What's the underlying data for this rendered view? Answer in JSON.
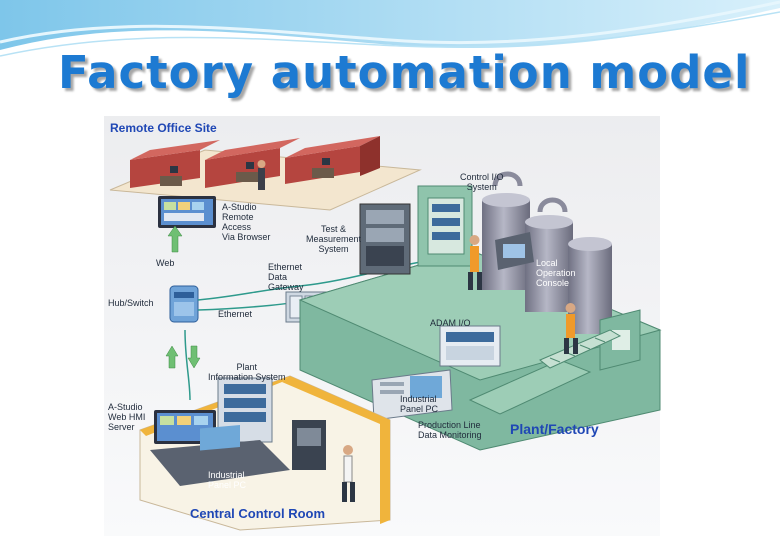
{
  "title": "Factory automation model",
  "labels": {
    "remote_office": "Remote Office Site",
    "a_studio_remote": [
      "A-Studio",
      "Remote",
      "Access",
      "Via Browser"
    ],
    "web": "Web",
    "hub_switch": "Hub/Switch",
    "ethernet": "Ethernet",
    "ethernet_gateway": [
      "Ethernet",
      "Data",
      "Gateway"
    ],
    "test_measurement": [
      "Test &",
      "Measurement",
      "System"
    ],
    "control_io": [
      "Control I/O",
      "System"
    ],
    "local_console": [
      "Local",
      "Operation",
      "Console"
    ],
    "adam_io": "ADAM I/O",
    "plant_info": [
      "Plant",
      "Information System"
    ],
    "a_studio_web": [
      "A-Studio",
      "Web HMI",
      "Server"
    ],
    "industrial_panel_center": [
      "Industrial",
      "Panel PC"
    ],
    "industrial_panel_plant": [
      "Industrial",
      "Panel PC"
    ],
    "production_line": [
      "Production Line",
      "Data Monitoring"
    ],
    "plant_factory": "Plant/Factory",
    "central_control": "Central Control Room"
  },
  "colors": {
    "title": "#1d7ad2",
    "region_label": "#1f47b5",
    "cubicle_wall": "#b5453f",
    "floor": "#f3e6cf",
    "machine_green": "#7fb8a0",
    "tank": "#8e8fa0",
    "room_wall": "#f0b43c",
    "cable": "#2e9a8c",
    "arrow": "#6fbf73"
  }
}
